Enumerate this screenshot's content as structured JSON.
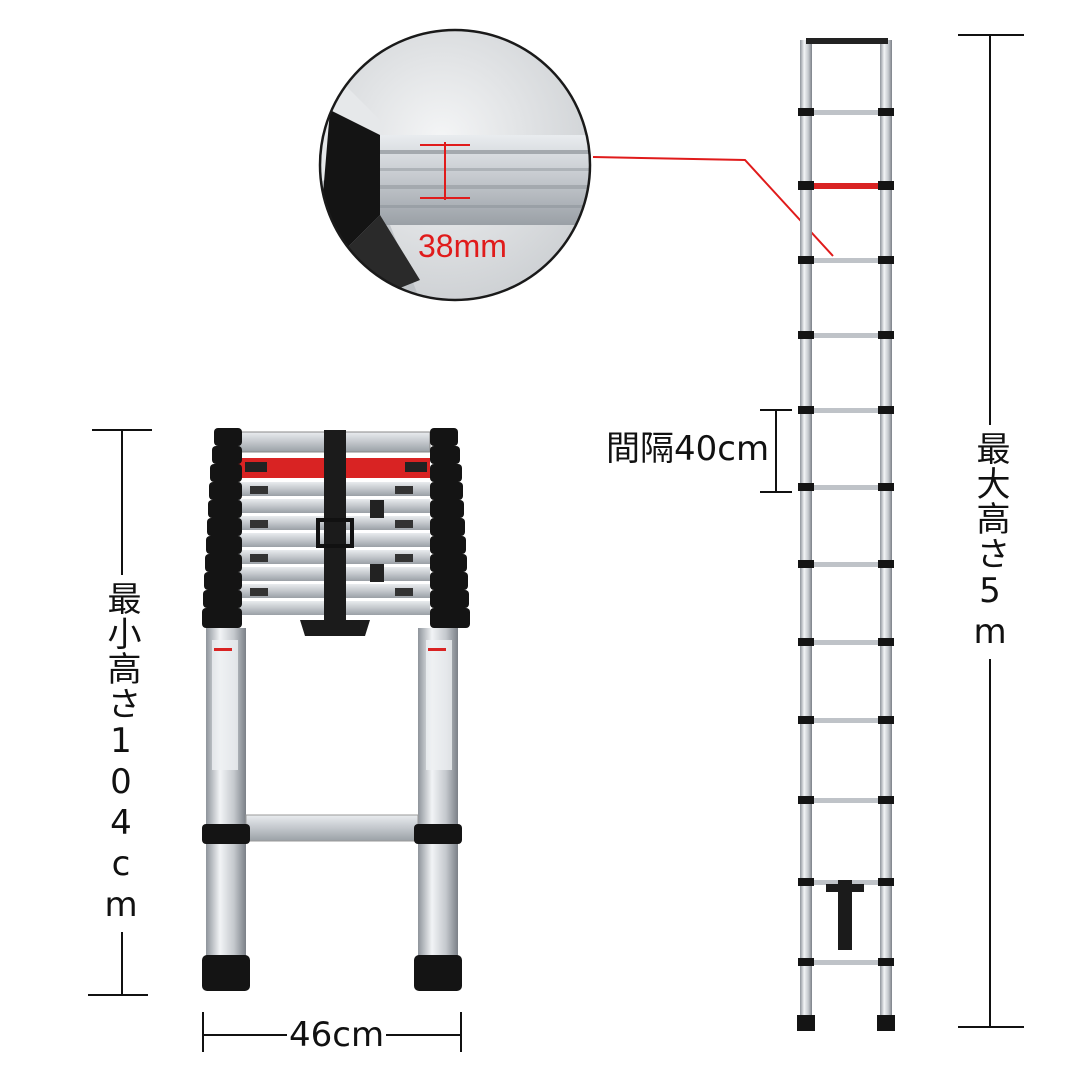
{
  "magnifier": {
    "rail_width_text": "38mm",
    "accent_color": "#e01b1b"
  },
  "dimensions": {
    "min_height": "最小高さ104cm",
    "max_height": "最大高さ5m",
    "width": "46cm",
    "rung_spacing": "間隔40cm"
  },
  "colors": {
    "aluminum": "#c9cdd2",
    "rubber": "#141414",
    "warning_red": "#d92323"
  }
}
